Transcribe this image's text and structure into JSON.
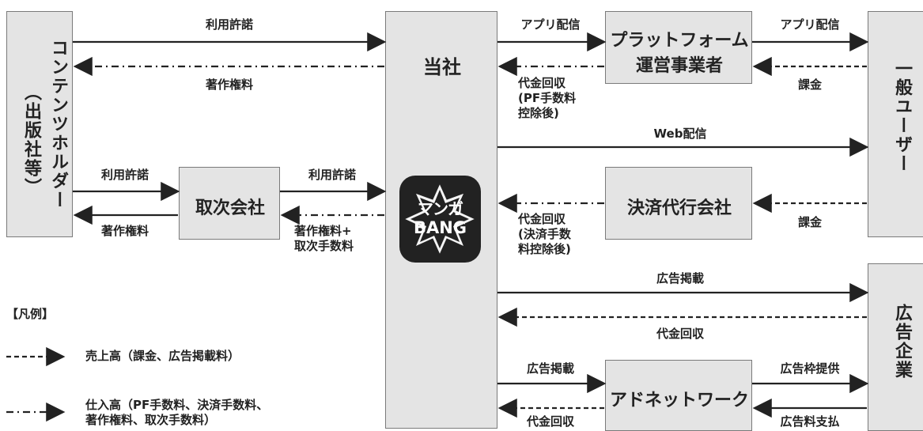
{
  "boxes": {
    "content_holder_main": "コンテンツホルダー",
    "content_holder_sub": "（出版社等）",
    "company": "当社",
    "agent": "取次会社",
    "platform_line1": "プラットフォーム",
    "platform_line2": "運営事業者",
    "payment_agency": "決済代行会社",
    "general_users": "一般ユーザー",
    "ad_network": "アドネットワーク",
    "ad_companies": "広告企業"
  },
  "logo": {
    "line1": "マンガ",
    "line2": "BANG"
  },
  "labels": {
    "license_top": "利用許諾",
    "royalty_top": "著作権料",
    "license_left": "利用許諾",
    "royalty_left": "著作権料",
    "license_agent": "利用許諾",
    "royalty_fee_agent": "著作権料+\n取次手数料",
    "app_delivery_1": "アプリ配信",
    "app_delivery_2": "アプリ配信",
    "collection_pf": "代金回収\n(PF手数料\n控除後)",
    "billing_1": "課金",
    "web_delivery": "Web配信",
    "collection_pay": "代金回収\n(決済手数\n料控除後)",
    "billing_2": "課金",
    "ad_posting": "広告掲載",
    "collection_ad": "代金回収",
    "ad_posting_2": "広告掲載",
    "ad_slot": "広告枠提供",
    "collection_bottom": "代金回収",
    "ad_fee_payment": "広告料支払"
  },
  "legend": {
    "title": "【凡例】",
    "sales_desc": "売上高（課金、広告掲載料）",
    "cost_desc": "仕入高（PF手数料、決済手数料、\n著作権料、取次手数料）"
  }
}
